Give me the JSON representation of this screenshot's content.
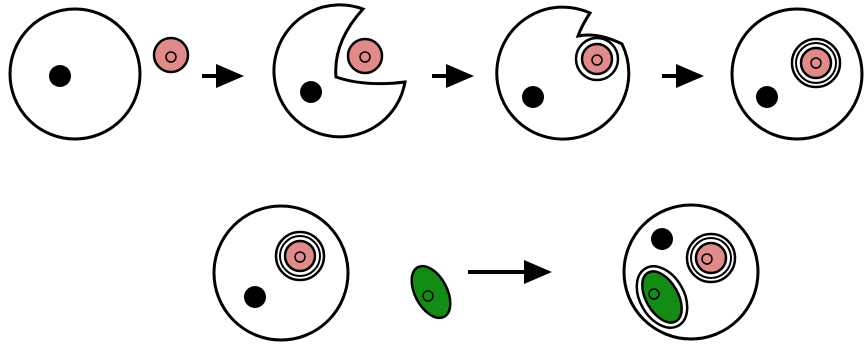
{
  "colors": {
    "background": "#ffffff",
    "outline": "#000000",
    "host_cell": "#ffffff",
    "nucleus": "#000000",
    "engulfed_cell": "#e08a8a",
    "engulfed_nucleus": "#e08a8a",
    "green_cell": "#138c13",
    "arrow": "#000000"
  },
  "steps": [
    {
      "stage": 1,
      "description_name": "host-cell-with-separate-pink-cell"
    },
    {
      "stage": 2,
      "description_name": "host-cell-engulfing-pink-cell"
    },
    {
      "stage": 3,
      "description_name": "host-cell-closing-around-pink-cell"
    },
    {
      "stage": 4,
      "description_name": "host-cell-with-enclosed-pink-cell"
    },
    {
      "stage": 5,
      "description_name": "host-cell-before-green-uptake"
    },
    {
      "stage": 6,
      "description_name": "host-cell-with-pink-and-green-endosymbionts"
    }
  ]
}
